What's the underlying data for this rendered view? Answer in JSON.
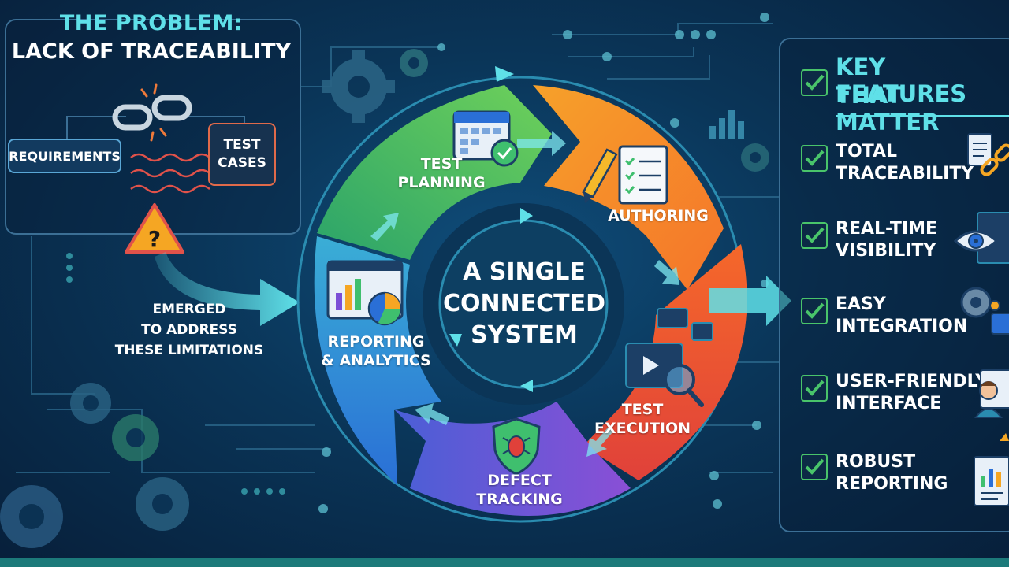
{
  "problem": {
    "title_line1": "THE PROBLEM:",
    "title_line2": "LACK OF TRACEABILITY",
    "requirements_label": "REQUIREMENTS",
    "test_cases_line1": "TEST",
    "test_cases_line2": "CASES",
    "emerged_line1": "EMERGED",
    "emerged_line2": "TO ADDRESS",
    "emerged_line3": "THESE LIMITATIONS"
  },
  "cycle": {
    "center_line1": "A SINGLE",
    "center_line2": "CONNECTED",
    "center_line3": "SYSTEM",
    "test_planning_line1": "TEST",
    "test_planning_line2": "PLANNING",
    "authoring": "AUTHORING",
    "test_execution_line1": "TEST",
    "test_execution_line2": "EXECUTION",
    "defect_tracking_line1": "DEFECT",
    "defect_tracking_line2": "TRACKING",
    "reporting_line1": "REPORTING",
    "reporting_line2": "& ANALYTICS"
  },
  "features": {
    "title_line1": "KEY FEATURES",
    "title_line2": "THAT MATTER",
    "items": [
      {
        "line1": "TOTAL",
        "line2": "TRACEABILITY",
        "icon": "document-link-icon"
      },
      {
        "line1": "REAL-TIME",
        "line2": "VISIBILITY",
        "icon": "eye-icon"
      },
      {
        "line1": "EASY",
        "line2": "INTEGRATION",
        "icon": "gear-puzzle-icon"
      },
      {
        "line1": "USER-FRIENDLY",
        "line2": "INTERFACE",
        "icon": "user-screen-icon"
      },
      {
        "line1": "ROBUST",
        "line2": "REPORTING",
        "icon": "report-icon"
      }
    ]
  },
  "colors": {
    "accent_cyan": "#5fe0e8",
    "planning_green": "#3fbf6e",
    "authoring_orange": "#f58a2a",
    "execution_red": "#f0523a",
    "defect_purple": "#7b4fd6",
    "reporting_blue": "#3a86d9",
    "check_green": "#49c46a"
  }
}
